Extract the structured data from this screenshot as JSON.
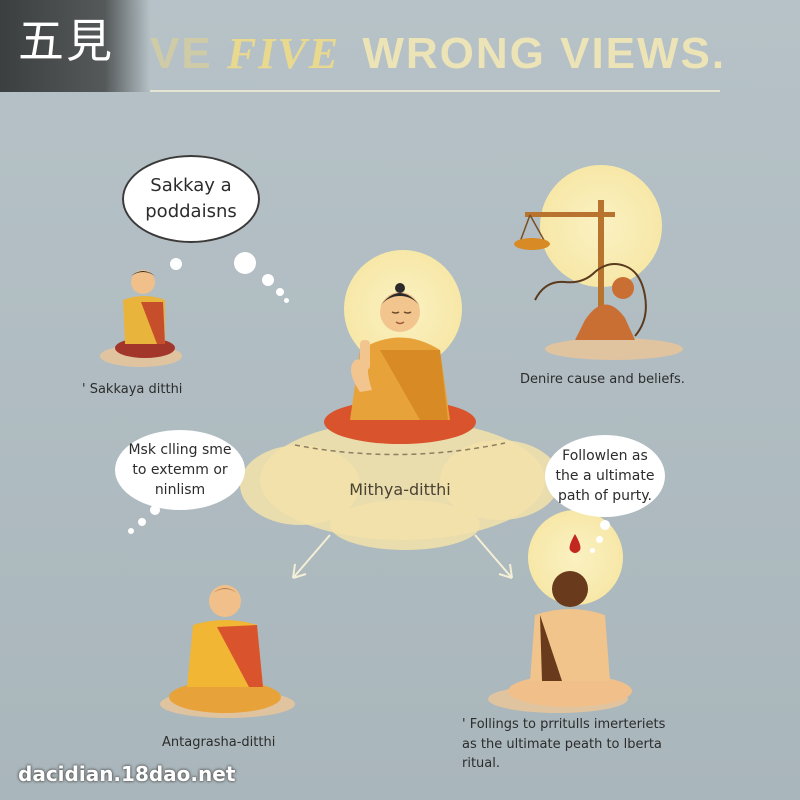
{
  "header": {
    "corner_text": "五見",
    "title_prefix": "VE",
    "title_five": "FIVE",
    "title_main": "WRONG VIEWS."
  },
  "center": {
    "label": "Mithya-ditthi"
  },
  "bubbles": {
    "top_left": "Sakkay a\npoddaisns",
    "mid_left": "Msk clling sme\nto extemm or\nninlism",
    "mid_right": "Followlen as\nthe a ultimate\npath of purty."
  },
  "captions": {
    "top_left": "' Sakkaya ditthi",
    "top_right": "Denire cause and beliefs.",
    "bottom_left": "Antagrasha-ditthi",
    "bottom_right": "' Follings to prritulls imerteriets\nas the ultimate peath to lberta\nritual."
  },
  "watermark": "dacidian.18dao.net",
  "colors": {
    "background": "#aebbc1",
    "robe_orange": "#e8a23a",
    "robe_red": "#d9532c",
    "halo": "#f7e8a8",
    "title": "#ece3b6"
  },
  "icons": [
    "thought-bubble-icon",
    "balance-scale-icon",
    "chain-icon",
    "blood-drop-icon",
    "down-arrow-icon"
  ]
}
